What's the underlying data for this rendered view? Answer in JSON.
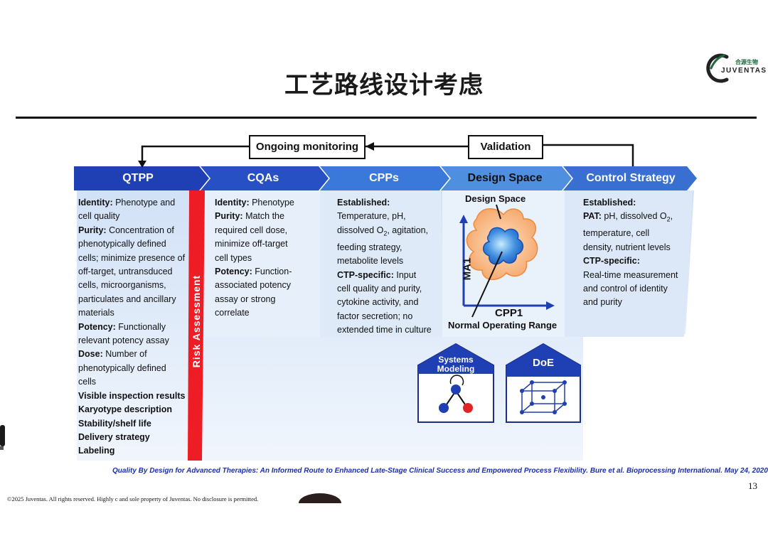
{
  "slide": {
    "title": "工艺路线设计考虑",
    "page_number": "13",
    "copyright": "©2025 Juventas. All rights reserved. Highly c         and sole property of Juventas. No disclosure is permitted.",
    "citation": "Quality By Design for Advanced Therapies: An Informed Route to Enhanced Late-Stage Clinical Success and Empowered Process Flexibility.  Bure et al.  Bioprocessing International. May 24, 2020"
  },
  "logo": {
    "chinese": "合源生物",
    "english": "JUVENTAS",
    "color": "#1c6b3c"
  },
  "diagram": {
    "feedback_boxes": {
      "ongoing_monitoring": "Ongoing monitoring",
      "validation": "Validation"
    },
    "headers": {
      "qtpp": "QTPP",
      "cqas": "CQAs",
      "cpps": "CPPs",
      "design_space": "Design Space",
      "control_strategy": "Control Strategy"
    },
    "colors": {
      "arrow_dark": "#1f3fb5",
      "arrow_mid": "#2f6fd6",
      "arrow_light": "#5b9be6",
      "risk": "#ee1c24",
      "panel": "#dbe8f8"
    },
    "risk_assessment": "Risk Assessment",
    "qtpp": {
      "identity_label": "Identity:",
      "identity_line1": " Phenotype and",
      "identity_line2": "cell quality",
      "purity_label": "Purity:",
      "purity_line1": " Concentration of",
      "purity_line2": "phenotypically defined",
      "purity_line3": "cells; minimize presence of",
      "purity_line4": "off-target, untransduced",
      "purity_line5": "cells, microorganisms,",
      "purity_line6": "particulates and ancillary",
      "purity_line7": "materials",
      "potency_label": "Potency:",
      "potency_line1": " Functionally",
      "potency_line2": "relevant potency assay",
      "dose_label": "Dose:",
      "dose_line1": " Number of",
      "dose_line2": "phenotypically defined",
      "dose_line3": "cells",
      "visible": "Visible inspection results",
      "karyotype": "Karyotype description",
      "stability": "Stability/shelf life",
      "delivery": "Delivery strategy",
      "labeling": "Labeling"
    },
    "cqas": {
      "identity_label": "Identity:",
      "identity_line1": " Phenotype",
      "purity_label": "Purity:",
      "purity_line1": " Match the",
      "purity_line2": "required cell dose,",
      "purity_line3": "minimize off-target",
      "purity_line4": "cell types",
      "potency_label": "Potency:",
      "potency_line1": " Function-",
      "potency_line2": "associated potency",
      "potency_line3": "assay or strong",
      "potency_line4": "correlate"
    },
    "cpps": {
      "established_label": "Established:",
      "est_line1": "Temperature, pH,",
      "est_line2a": "dissolved O",
      "est_line2sub": "2",
      "est_line2b": ", agitation,",
      "est_line3": "feeding strategy,",
      "est_line4": "metabolite levels",
      "ctp_label": "CTP-specific:",
      "ctp_line1": " Input",
      "ctp_line2": "cell quality and purity,",
      "ctp_line3": "cytokine activity, and",
      "ctp_line4": "factor secretion; no",
      "ctp_line5": "extended time in culture"
    },
    "design_space": {
      "title": "Design Space",
      "y_axis": "MA1",
      "x_axis": "CPP1",
      "caption": "Normal Operating Range"
    },
    "control_strategy": {
      "established_label": "Established:",
      "pat_label": "PAT:",
      "pat_line1a": " pH, dissolved O",
      "pat_line1sub": "2",
      "pat_line1b": ",",
      "pat_line2": "temperature, cell",
      "pat_line3": "density, nutrient levels",
      "ctp_label": "CTP-specific:",
      "ctp_line1": "Real-time measurement",
      "ctp_line2": "and control of identity",
      "ctp_line3": "and purity"
    },
    "tools": {
      "systems_modeling_line1": "Systems",
      "systems_modeling_line2": "Modeling",
      "doe": "DoE"
    }
  }
}
